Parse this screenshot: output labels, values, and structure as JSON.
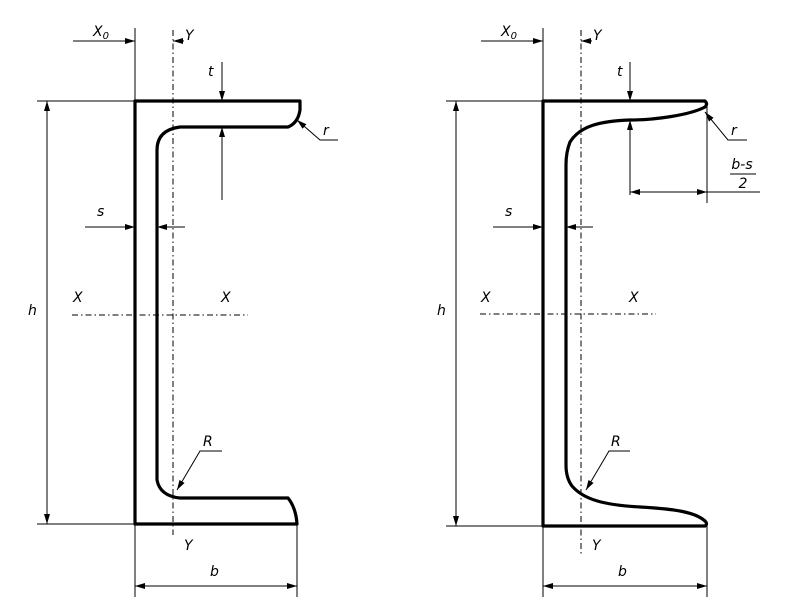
{
  "diagrams": [
    {
      "id": "parallel-flange-channel",
      "labels": {
        "x0": "X",
        "x0_sub": "0",
        "y_top": "Y",
        "y_bottom": "Y",
        "t": "t",
        "r": "r",
        "R": "R",
        "s": "s",
        "h": "h",
        "b": "b",
        "x_left": "X",
        "x_right": "X"
      }
    },
    {
      "id": "tapered-flange-channel",
      "labels": {
        "x0": "X",
        "x0_sub": "0",
        "y_top": "Y",
        "y_bottom": "Y",
        "t": "t",
        "r": "r",
        "R": "R",
        "s": "s",
        "h": "h",
        "b": "b",
        "x_left": "X",
        "x_right": "X",
        "frac_num": "b-s",
        "frac_den": "2"
      }
    }
  ],
  "colors": {
    "stroke": "#000000",
    "background": "#ffffff"
  }
}
